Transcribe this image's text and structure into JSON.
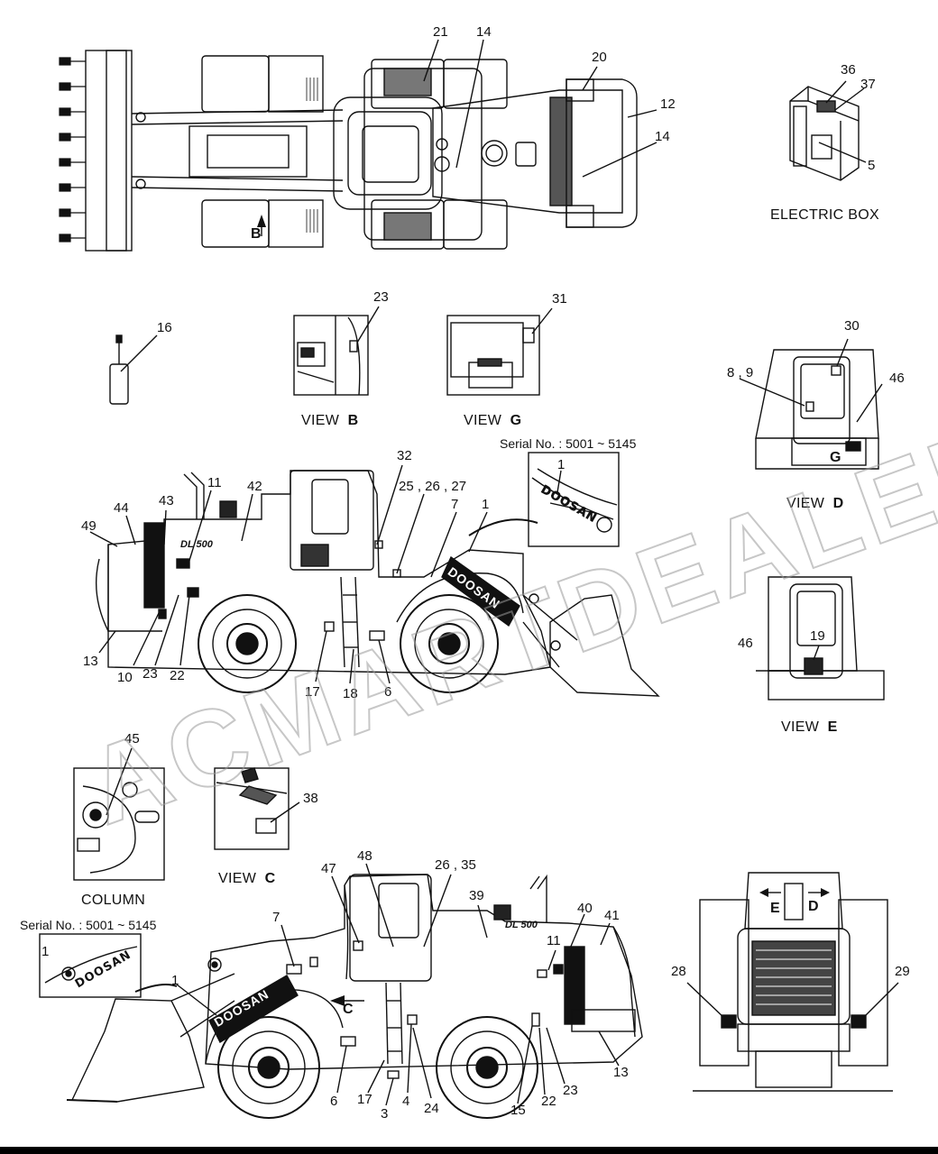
{
  "watermark": "ACMARTDEALER.RU",
  "callouts": {
    "top": [
      "21",
      "14",
      "20",
      "12",
      "14"
    ],
    "electric_box": [
      "36",
      "37",
      "5"
    ],
    "view_b": [
      "23"
    ],
    "view_g": [
      "31"
    ],
    "item_16": "16",
    "view_d": [
      "30",
      "8 , 9",
      "46",
      "G"
    ],
    "side_right": [
      "11",
      "42",
      "44",
      "43",
      "49",
      "32",
      "25 , 26 , 27",
      "7",
      "1",
      "13",
      "10",
      "23",
      "22",
      "17",
      "18",
      "6"
    ],
    "serial_top": [
      "1"
    ],
    "view_e": [
      "46",
      "19"
    ],
    "column": [
      "45"
    ],
    "view_c": [
      "38"
    ],
    "side_left": [
      "47",
      "48",
      "26 , 35",
      "39",
      "11",
      "40",
      "41",
      "7",
      "1",
      "C",
      "6",
      "17",
      "3",
      "4",
      "24",
      "15",
      "22",
      "23",
      "13"
    ],
    "serial_bottom": [
      "1"
    ],
    "rear": [
      "28",
      "29",
      "E",
      "D"
    ]
  },
  "captions": {
    "electric_box": "ELECTRIC BOX",
    "view_b_prefix": "VIEW",
    "view_b_letter": "B",
    "view_g_prefix": "VIEW",
    "view_g_letter": "G",
    "view_d_prefix": "VIEW",
    "view_d_letter": "D",
    "view_e_prefix": "VIEW",
    "view_e_letter": "E",
    "view_c_prefix": "VIEW",
    "view_c_letter": "C",
    "column": "COLUMN",
    "serial_top": "Serial No.  : 5001 ~ 5145",
    "serial_bottom": "Serial No.  : 5001 ~ 5145",
    "view_b_arrow": "B"
  },
  "decals": {
    "brand": "DOOSAN",
    "model": "DL 500"
  }
}
